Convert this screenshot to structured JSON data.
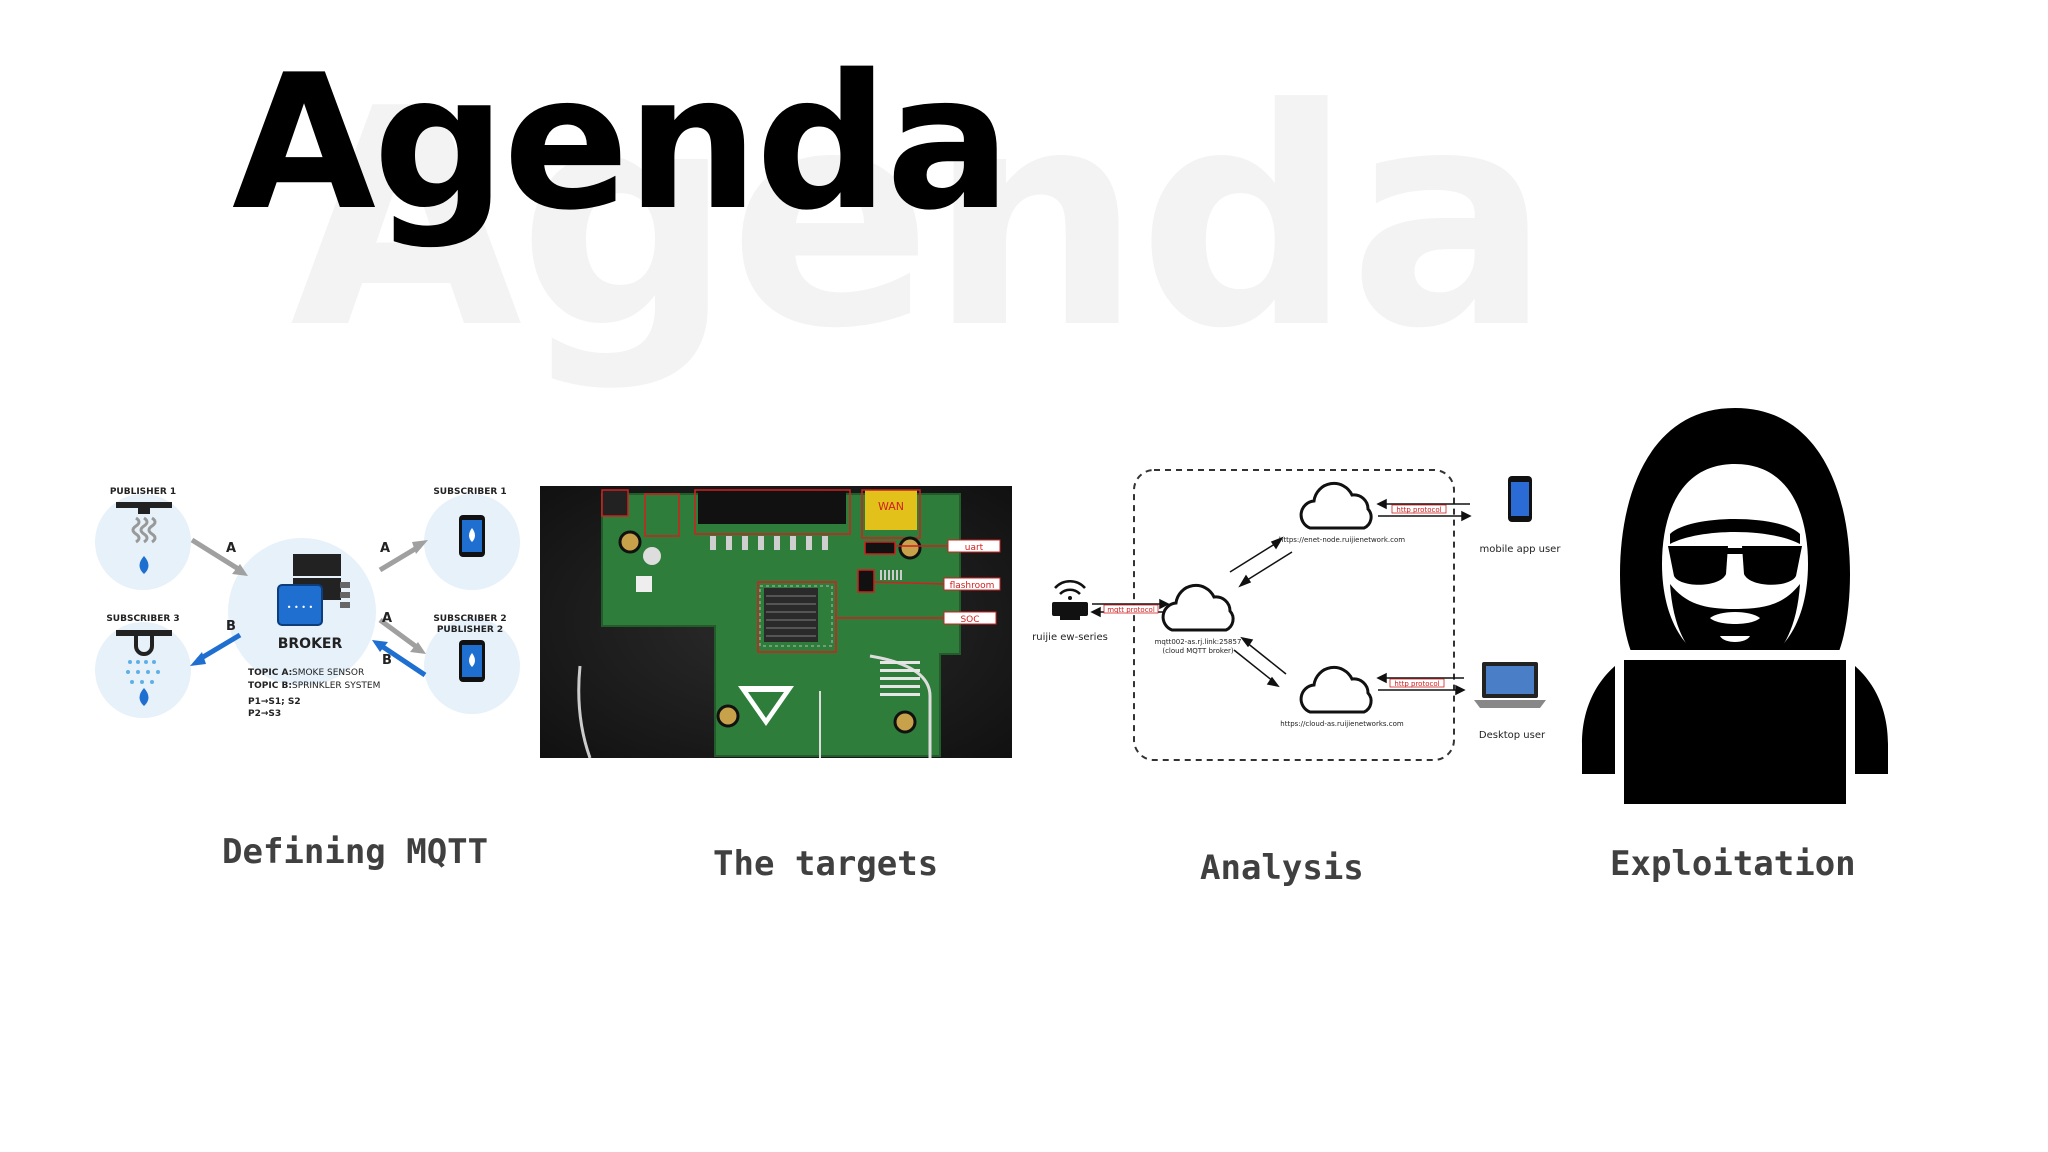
{
  "slide": {
    "title": "Agenda",
    "watermark": "Agenda"
  },
  "sections": [
    {
      "caption": "Defining MQTT"
    },
    {
      "caption": "The targets"
    },
    {
      "caption": "Analysis"
    },
    {
      "caption": "Exploitation"
    }
  ],
  "mqtt_diagram": {
    "publisher1": "PUBLISHER 1",
    "subscriber1": "SUBSCRIBER 1",
    "subscriber3": "SUBSCRIBER 3",
    "subscriber2_line1": "SUBSCRIBER 2",
    "subscriber2_line2": "PUBLISHER 2",
    "broker": "BROKER",
    "arrow_a": "A",
    "arrow_b": "B",
    "topic_a_key": "TOPIC A:",
    "topic_a_val": "SMOKE SENSOR",
    "topic_b_key": "TOPIC B:",
    "topic_b_val": "SPRINKLER SYSTEM",
    "p1": "P1→S1; S2",
    "p2": "P2→S3"
  },
  "board": {
    "label_wan": "WAN",
    "label_uart": "uart",
    "label_flash": "flashroom",
    "label_soc": "SOC"
  },
  "analysis_diagram": {
    "router_label": "ruijie ew-series",
    "mqtt_protocol": "mqtt protocol",
    "broker_line1": "mqtt002-as.rj.link:25857",
    "broker_line2": "(cloud MQTT broker)",
    "top_cloud_url": "https://enet-node.ruijienetwork.com",
    "bottom_cloud_url": "https://cloud-as.ruijienetworks.com",
    "http_protocol_top": "http protocol",
    "http_protocol_bottom": "http protocol",
    "mobile_label": "mobile app user",
    "desktop_label": "Desktop user"
  },
  "colors": {
    "title": "#000000",
    "caption": "#404040",
    "board_green": "#2f7d3a",
    "label_red": "#d22020",
    "mqtt_blue": "#1e6fd0"
  }
}
